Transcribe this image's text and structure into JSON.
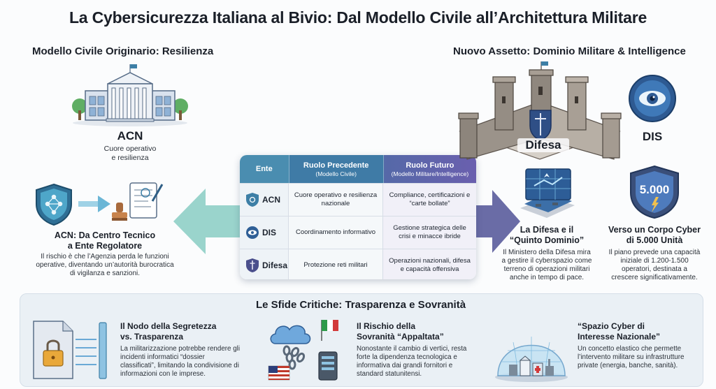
{
  "title": "La Cybersicurezza Italiana al Bivio: Dal Modello Civile all’Architettura Militare",
  "left": {
    "section_title": "Modello Civile Originario: Resilienza",
    "acn_label": "ACN",
    "acn_sub_1": "Cuore operativo",
    "acn_sub_2": "e resilienza",
    "regulator_title_1": "ACN: Da Centro Tecnico",
    "regulator_title_2": "a Ente Regolatore",
    "regulator_desc_1": "Il rischio è che l’Agenzia perda le funzioni",
    "regulator_desc_2": "operative, diventando un’autorità burocratica",
    "regulator_desc_3": "di vigilanza e sanzioni."
  },
  "right": {
    "section_title": "Nuovo Assetto: Dominio Militare & Intelligence",
    "difesa_label": "Difesa",
    "dis_label": "DIS",
    "quinto_title_1": "La Difesa e il",
    "quinto_title_2": "“Quinto Dominio”",
    "quinto_desc_1": "Il Ministero della Difesa mira",
    "quinto_desc_2": "a gestire il cyberspazio come",
    "quinto_desc_3": "terreno di operazioni militari",
    "quinto_desc_4": "anche in tempo di pace.",
    "corpo_badge": "5.000",
    "corpo_title_1": "Verso un Corpo Cyber",
    "corpo_title_2": "di 5.000 Unità",
    "corpo_desc_1": "Il piano prevede una capacità",
    "corpo_desc_2": "iniziale di 1.200-1.500",
    "corpo_desc_3": "operatori, destinata a",
    "corpo_desc_4": "crescere significativamente."
  },
  "table": {
    "headers": {
      "ente": "Ente",
      "prev": "Ruolo Precedente",
      "prev_sub": "(Modello Civile)",
      "fut": "Ruolo Futuro",
      "fut_sub": "(Modello Militare/Intelligence)"
    },
    "rows": [
      {
        "ente": "ACN",
        "prev": "Cuore operativo e resilienza nazionale",
        "fut": "Compliance, certificazioni e “carte bollate”"
      },
      {
        "ente": "DIS",
        "prev": "Coordinamento informativo",
        "fut": "Gestione strategica delle crisi e minacce ibride"
      },
      {
        "ente": "Difesa",
        "prev": "Protezione reti militari",
        "fut": "Operazioni nazionali, difesa e capacità offensiva"
      }
    ]
  },
  "bottom": {
    "title": "Le Sfide Critiche: Trasparenza e Sovranità",
    "c1_title_1": "Il Nodo della Segretezza",
    "c1_title_2": "vs. Trasparenza",
    "c1_desc_1": "La militarizzazione potrebbe rendere gli",
    "c1_desc_2": "incidenti informatici “dossier",
    "c1_desc_3": "classificati”, limitando la condivisione di",
    "c1_desc_4": "informazioni con le imprese.",
    "c2_title_1": "Il Rischio della",
    "c2_title_2": "Sovranità “Appaltata”",
    "c2_desc_1": "Nonostante il cambio di vertici, resta",
    "c2_desc_2": "forte la dipendenza tecnologica e",
    "c2_desc_3": "informativa dai grandi fornitori e",
    "c2_desc_4": "standard statunitensi.",
    "c3_title_1": "“Spazio Cyber di",
    "c3_title_2": "Interesse Nazionale”",
    "c3_desc_1": "Un concetto elastico che permette",
    "c3_desc_2": "l’intervento militare su infrastrutture",
    "c3_desc_3": "private (energia, banche, sanità)."
  },
  "colors": {
    "header_blue": "#3d7fa6",
    "header_purple": "#5d5ea8",
    "arrow_teal": "#8fcfc6",
    "arrow_purple": "#5a5c9c"
  }
}
